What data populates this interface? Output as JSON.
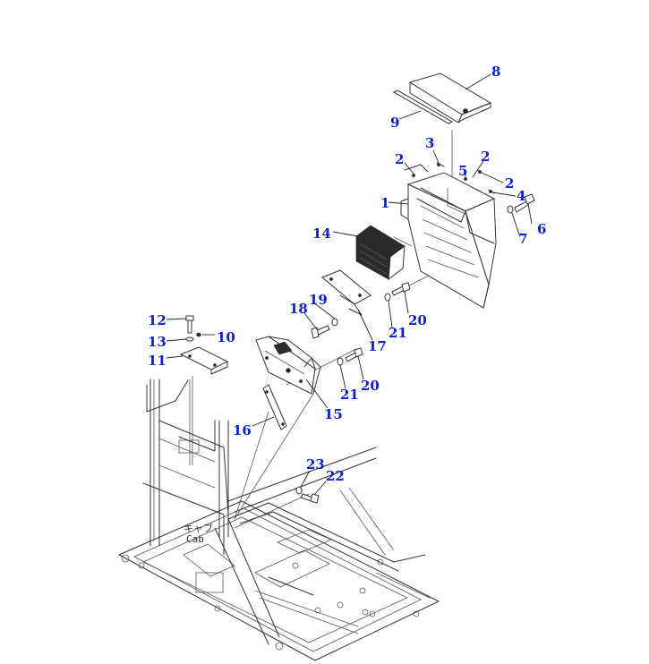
{
  "diagram": {
    "callouts": [
      "8",
      "9",
      "3",
      "2",
      "5",
      "2",
      "2",
      "4",
      "6",
      "7",
      "1",
      "14",
      "20",
      "21",
      "19",
      "18",
      "17",
      "12",
      "10",
      "13",
      "11",
      "21",
      "20",
      "15",
      "16",
      "23",
      "22"
    ],
    "cab_label_jp": "キャブ",
    "cab_label_en": "Cab",
    "callout_color": "#0a1fd6"
  }
}
